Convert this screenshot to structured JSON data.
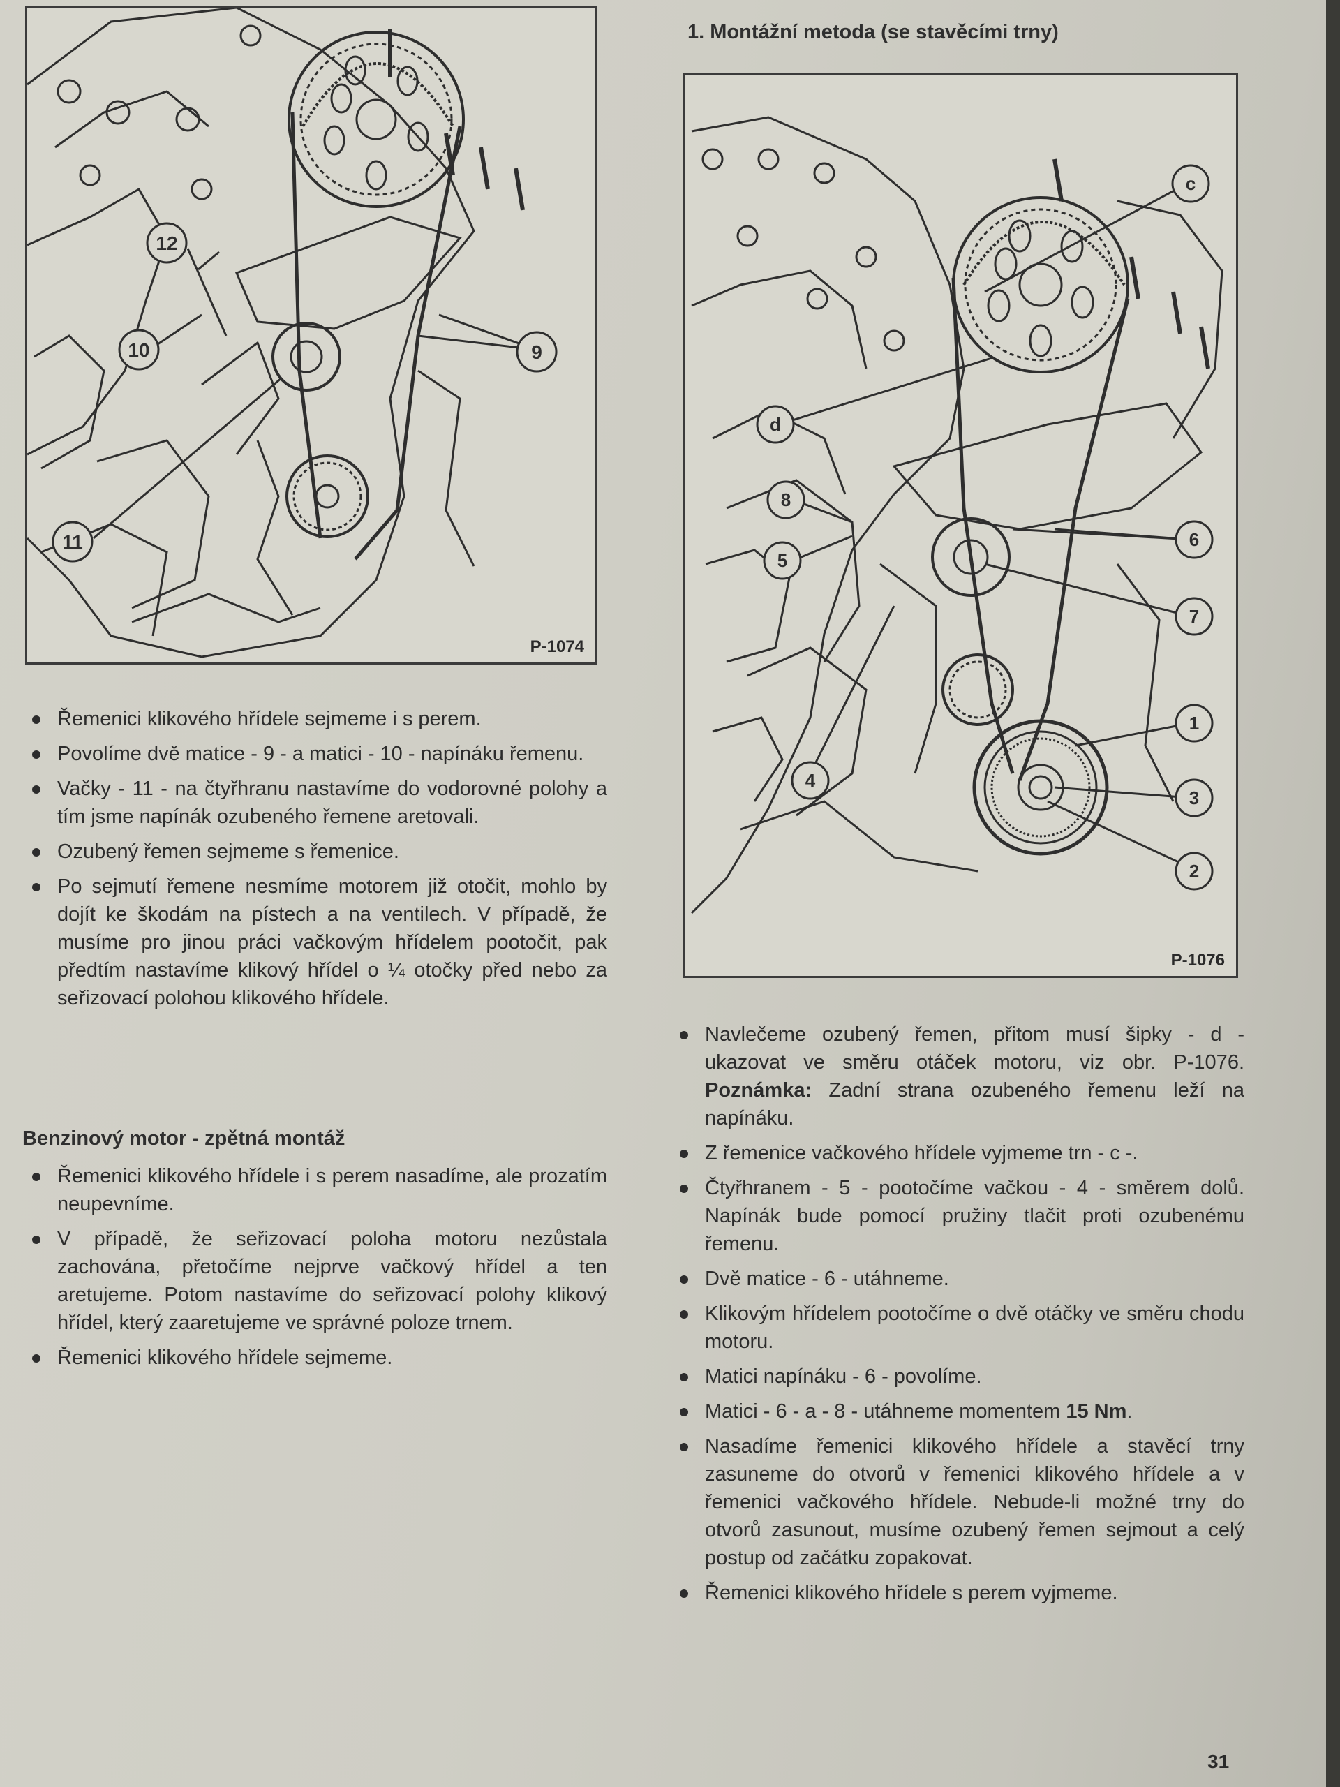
{
  "figures": {
    "left": {
      "label": "P-1074",
      "callouts": [
        "12",
        "10",
        "9",
        "11"
      ]
    },
    "right": {
      "label": "P-1076",
      "callouts": [
        "c",
        "d",
        "8",
        "5",
        "6",
        "7",
        "1",
        "3",
        "4",
        "2"
      ]
    }
  },
  "left_column": {
    "bullets_1": [
      "Řemenici klikového hřídele sejmeme i s perem.",
      "Povolíme dvě matice - 9 - a matici - 10 - napínáku řemenu.",
      "Vačky - 11 - na čtyřhranu nastavíme do vodorovné polohy a tím jsme napínák ozubeného řemene aretovali.",
      "Ozubený řemen sejmeme s řemenice.",
      "Po sejmutí řemene nesmíme motorem již otočit, mohlo by dojít ke škodám na pístech a na ventilech. V případě, že musíme pro jinou práci vačkovým hřídelem pootočit, pak předtím nastavíme klikový hřídel o ¼ otočky před nebo za seřizovací polohou klikového hřídele."
    ],
    "section_heading": "Benzinový motor - zpětná montáž",
    "bullets_2": [
      "Řemenici klikového hřídele i s perem nasadíme, ale prozatím neupevníme.",
      "V případě, že seřizovací poloha motoru nezůstala zachována, přetočíme nejprve vačkový hřídel a ten aretujeme. Potom nastavíme do seřizovací polohy klikový hřídel, který zaaretujeme ve správné poloze trnem.",
      "Řemenici klikového hřídele sejmeme."
    ]
  },
  "right_column": {
    "heading": "1. Montážní metoda (se stavěcími trny)",
    "first_bullet_text": "Navlečeme ozubený řemen, přitom musí šipky - d - ukazovat ve směru otáček motoru, viz obr. P-1076.",
    "note_label": "Poznámka:",
    "note_text": "Zadní strana ozubeného řemenu leží na napínáku.",
    "bullets": [
      "Z řemenice vačkového hřídele vyjmeme trn - c -.",
      "Čtyřhranem - 5 - pootočíme vačkou - 4 - směrem dolů. Napínák bude pomocí pružiny tlačit proti ozubenému řemenu.",
      "Dvě matice - 6 - utáhneme.",
      "Klikovým hřídelem pootočíme o dvě otáčky ve směru chodu motoru.",
      "Matici napínáku - 6 - povolíme."
    ],
    "torque_text": "Matici - 6 - a - 8 - utáhneme momentem",
    "torque_value": "15 Nm",
    "torque_end": ".",
    "bullets_end": [
      "Nasadíme řemenici klikového hřídele a stavěcí trny zasuneme do otvorů v řemenici klikového hřídele a v řemenici vačkového hřídele. Nebude-li možné trny do otvorů zasunout, musíme ozubený řemen sejmout a celý postup od začátku zopakovat.",
      "Řemenici klikového hřídele s perem vyjmeme."
    ]
  },
  "page_number": "31"
}
